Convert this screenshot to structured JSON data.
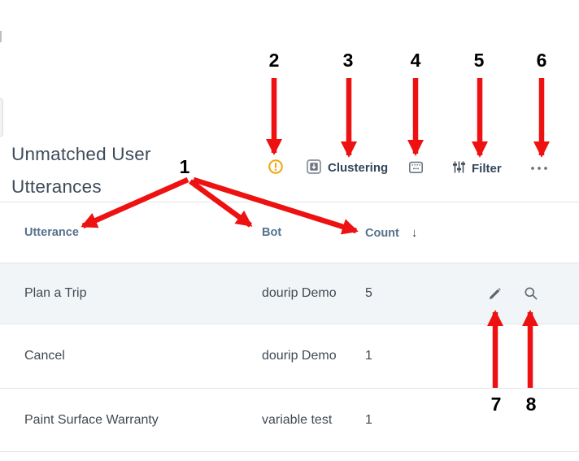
{
  "page": {
    "title_line1": "Unmatched User",
    "title_line2": "Utterances"
  },
  "toolbar": {
    "clustering_label": "Clustering",
    "filter_label": "Filter",
    "icons": {
      "warning": "warning-circle-icon",
      "clustering": "box-down-arrow-icon",
      "calendar": "calendar-icon",
      "filter": "sliders-icon",
      "more": "ellipsis-icon"
    }
  },
  "table": {
    "columns": [
      {
        "label": "Utterance"
      },
      {
        "label": "Bot"
      },
      {
        "label": "Count",
        "sorted": "desc"
      }
    ],
    "sort_icon": "↓",
    "rows": [
      {
        "utterance": "Plan a Trip",
        "bot": "dourip Demo",
        "count": "5",
        "highlighted": true,
        "actions": [
          "edit",
          "search"
        ]
      },
      {
        "utterance": "Cancel",
        "bot": "dourip Demo",
        "count": "1"
      },
      {
        "utterance": "Paint Surface Warranty",
        "bot": "variable test",
        "count": "1"
      }
    ]
  },
  "annotations": {
    "labels": [
      "1",
      "2",
      "3",
      "4",
      "5",
      "6",
      "7",
      "8"
    ],
    "arrow_color": "#ED1111"
  },
  "colors": {
    "title_text": "#3E4B59",
    "toolbar_label": "#33475B",
    "header_text": "#54718E",
    "body_text": "#3F4952",
    "row_highlight": "#F2F5F8",
    "divider": "#E2E5E9",
    "warning_amber": "#F0A70A",
    "icon_gray": "#6E7681",
    "annotation_red": "#ED1111"
  }
}
